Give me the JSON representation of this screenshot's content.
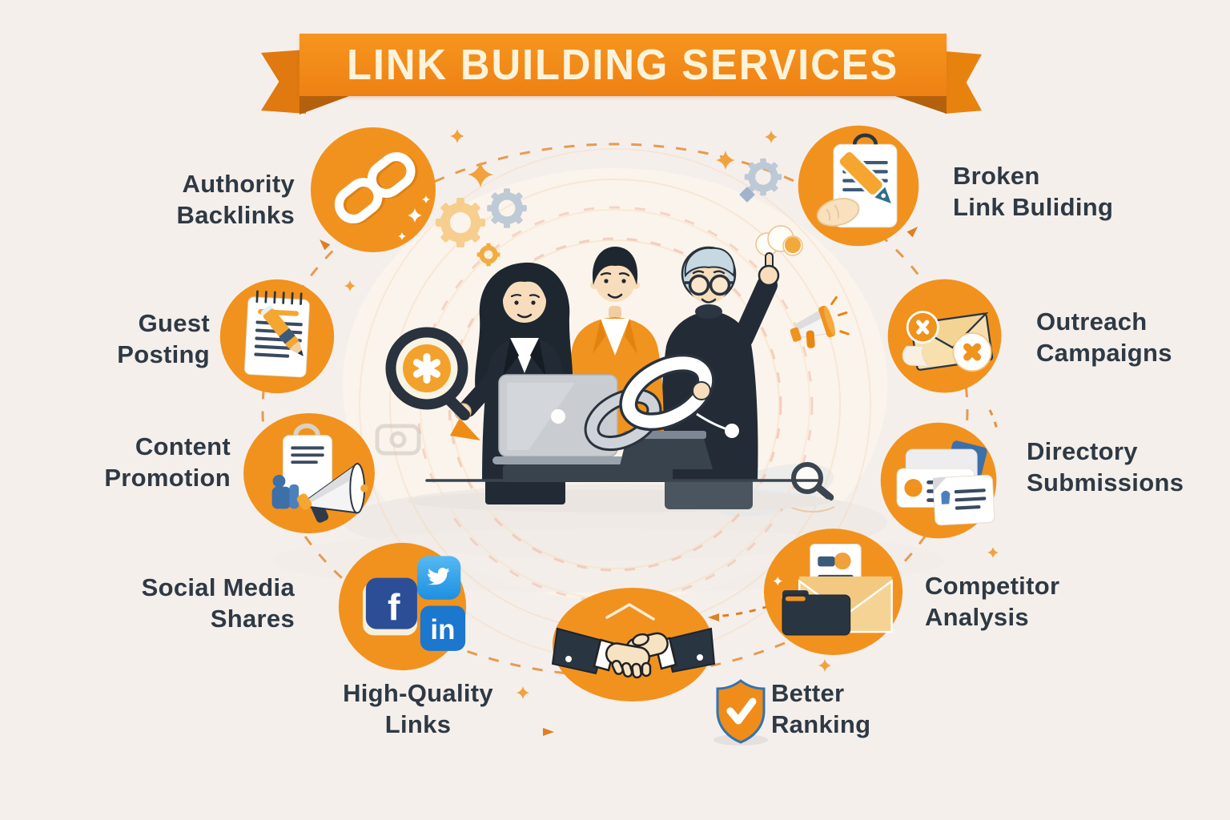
{
  "banner": {
    "title": "LINK BUILDING SERVICES"
  },
  "services": [
    {
      "id": "authority-backlinks",
      "label": "Authority\nBacklinks",
      "icon": "chain-link-icon"
    },
    {
      "id": "guest-posting",
      "label": "Guest\nPosting",
      "icon": "notepad-pencil-icon"
    },
    {
      "id": "content-promotion",
      "label": "Content\nPromotion",
      "icon": "megaphone-icon"
    },
    {
      "id": "social-media-shares",
      "label": "Social Media\nShares",
      "icon": "social-networks-icon"
    },
    {
      "id": "high-quality-links",
      "label": "High-Quality\nLinks",
      "icon": "handshake-icon"
    },
    {
      "id": "better-ranking",
      "label": "Better\nRanking",
      "icon": "shield-check-icon"
    },
    {
      "id": "competitor-analysis",
      "label": "Competitor\nAnalysis",
      "icon": "folder-envelope-icon"
    },
    {
      "id": "directory-submissions",
      "label": "Directory\nSubmissions",
      "icon": "directory-cards-icon"
    },
    {
      "id": "outreach-campaigns",
      "label": "Outreach\nCampaigns",
      "icon": "envelope-x-icon"
    },
    {
      "id": "broken-link-building",
      "label": "Broken\nLink Buliding",
      "icon": "clipboard-pencil-icon"
    }
  ],
  "social_icons": {
    "facebook_letter": "f",
    "linkedin_letter": "in"
  },
  "colors": {
    "accent_orange": "#F1921E",
    "ribbon_orange": "#F0861C",
    "ribbon_fold": "#B5600C",
    "text_dark": "#2E3944",
    "background": "#F5EFEC"
  }
}
